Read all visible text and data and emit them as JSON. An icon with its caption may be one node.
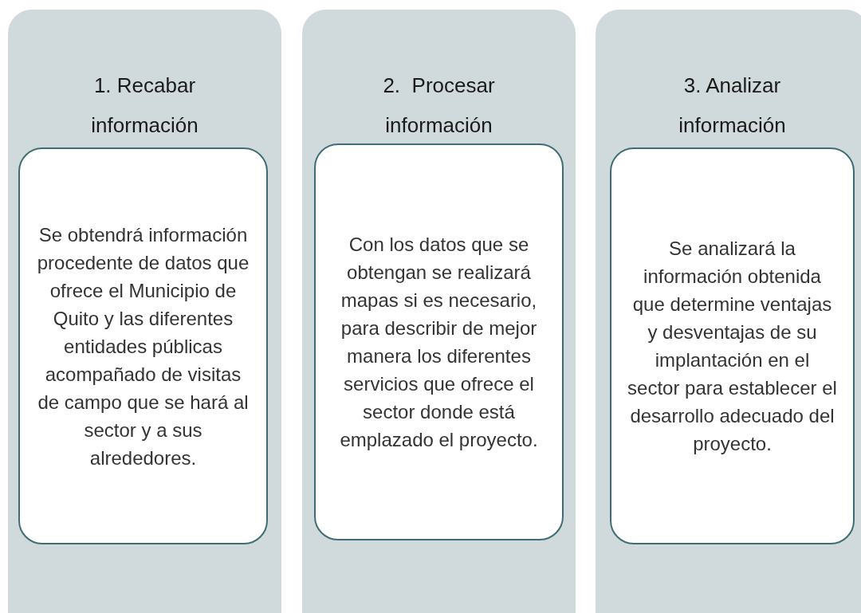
{
  "diagram": {
    "nodes": [
      {
        "text": [
          "1. Recabar información"
        ]
      },
      {
        "text": [
          "Se obtendrá información procedente de datos que ofrece el Municipio de Quito y las diferentes entidades públicas acompañado de visitas de campo que se hará al sector y a sus alrededores."
        ],
        "in": 0
      },
      {
        "text": [
          "2.  Procesar información"
        ]
      },
      {
        "text": [
          "Con los datos que se obtengan se realizará mapas si es necesario, para describir de mejor manera los diferentes servicios que ofrece el sector donde está emplazado el proyecto."
        ],
        "in": 2
      },
      {
        "text": [
          "3. Analizar información"
        ]
      },
      {
        "text": [
          "Se analizará la información obtenida que determine ventajas y desventajas de su implantación en el sector para establecer el desarrollo adecuado del proyecto."
        ],
        "in": 4
      }
    ]
  }
}
